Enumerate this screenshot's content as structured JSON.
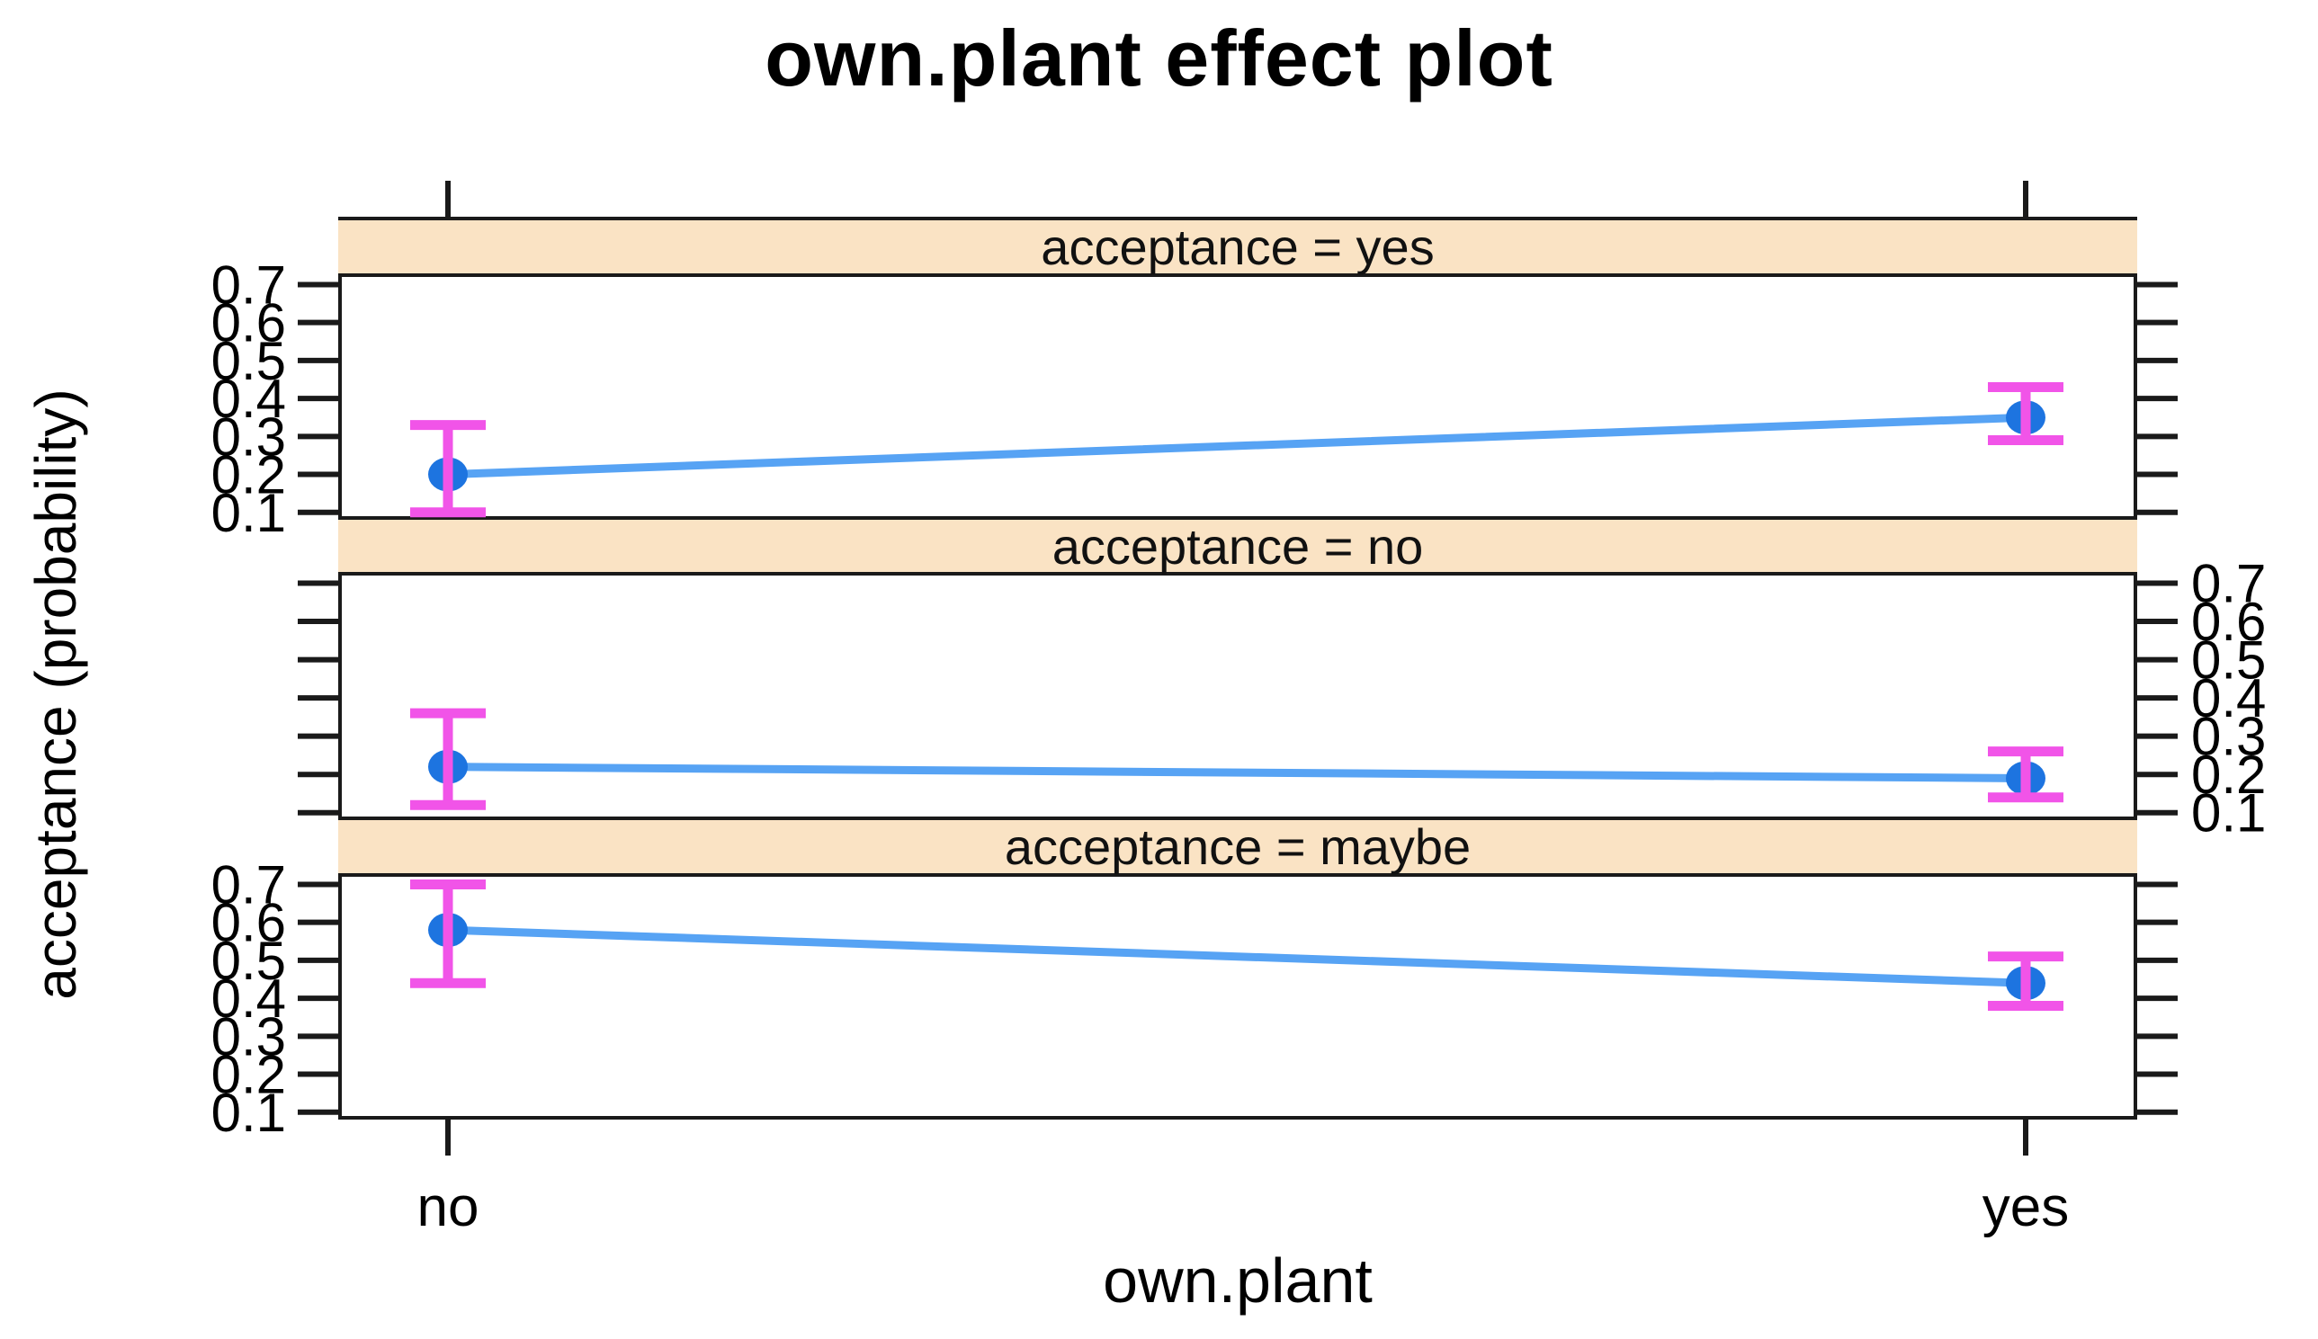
{
  "chart_data": {
    "type": "line",
    "title": "own.plant effect plot",
    "xlabel": "own.plant",
    "ylabel": "acceptance (probability)",
    "x_categories": [
      "no",
      "yes"
    ],
    "y_ticks": [
      0.1,
      0.2,
      0.3,
      0.4,
      0.5,
      0.6,
      0.7
    ],
    "ylim": [
      0.09,
      0.72
    ],
    "grid": false,
    "legend": "none",
    "panels": [
      {
        "label": "acceptance = yes",
        "axis_labels_side": "left",
        "points": [
          {
            "x": "no",
            "y": 0.2,
            "ci_low": 0.1,
            "ci_high": 0.33
          },
          {
            "x": "yes",
            "y": 0.35,
            "ci_low": 0.29,
            "ci_high": 0.43
          }
        ]
      },
      {
        "label": "acceptance = no",
        "axis_labels_side": "right",
        "points": [
          {
            "x": "no",
            "y": 0.22,
            "ci_low": 0.12,
            "ci_high": 0.36
          },
          {
            "x": "yes",
            "y": 0.19,
            "ci_low": 0.14,
            "ci_high": 0.26
          }
        ]
      },
      {
        "label": "acceptance = maybe",
        "axis_labels_side": "left",
        "points": [
          {
            "x": "no",
            "y": 0.58,
            "ci_low": 0.44,
            "ci_high": 0.7
          },
          {
            "x": "yes",
            "y": 0.44,
            "ci_low": 0.38,
            "ci_high": 0.51
          }
        ]
      }
    ],
    "colors": {
      "line": "#57a3f4",
      "point": "#1d74e0",
      "error_bar": "#f154e8",
      "strip_bg": "#fae3c4",
      "border": "#1a1a1a"
    }
  }
}
